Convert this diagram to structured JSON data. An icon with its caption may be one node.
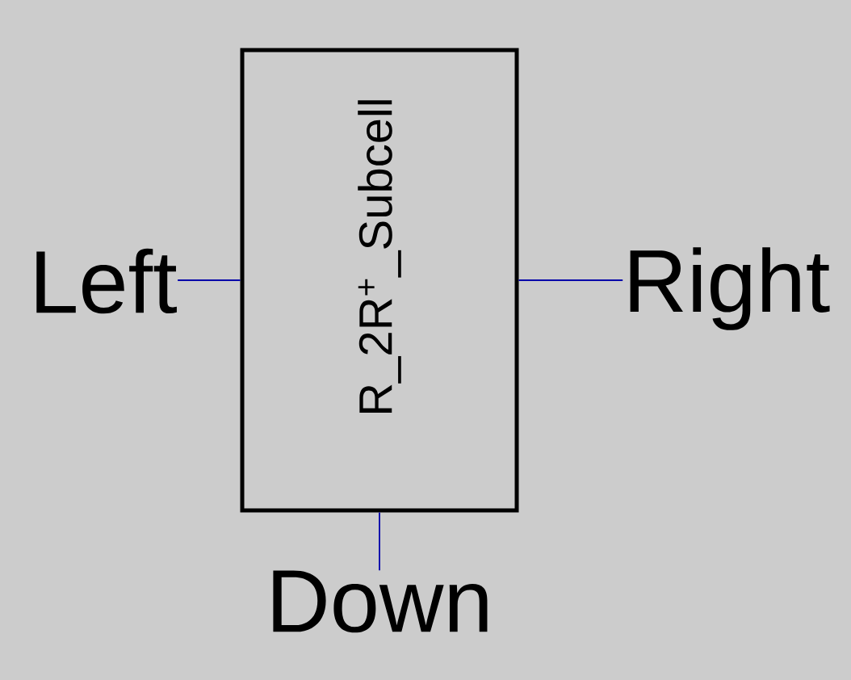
{
  "diagram": {
    "nodes": [
      {
        "text": [
          "R_2R$^{+}$_Subcell"
        ]
      },
      {
        "text": [
          "Left"
        ]
      },
      {
        "text": [
          "Right"
        ]
      },
      {
        "text": [
          "Down"
        ]
      }
    ],
    "edges": [
      {
        "from": 0,
        "to": 1,
        "arrow": "none"
      },
      {
        "from": 0,
        "to": 2,
        "arrow": "none"
      },
      {
        "from": 0,
        "to": 3,
        "arrow": "none"
      }
    ]
  }
}
